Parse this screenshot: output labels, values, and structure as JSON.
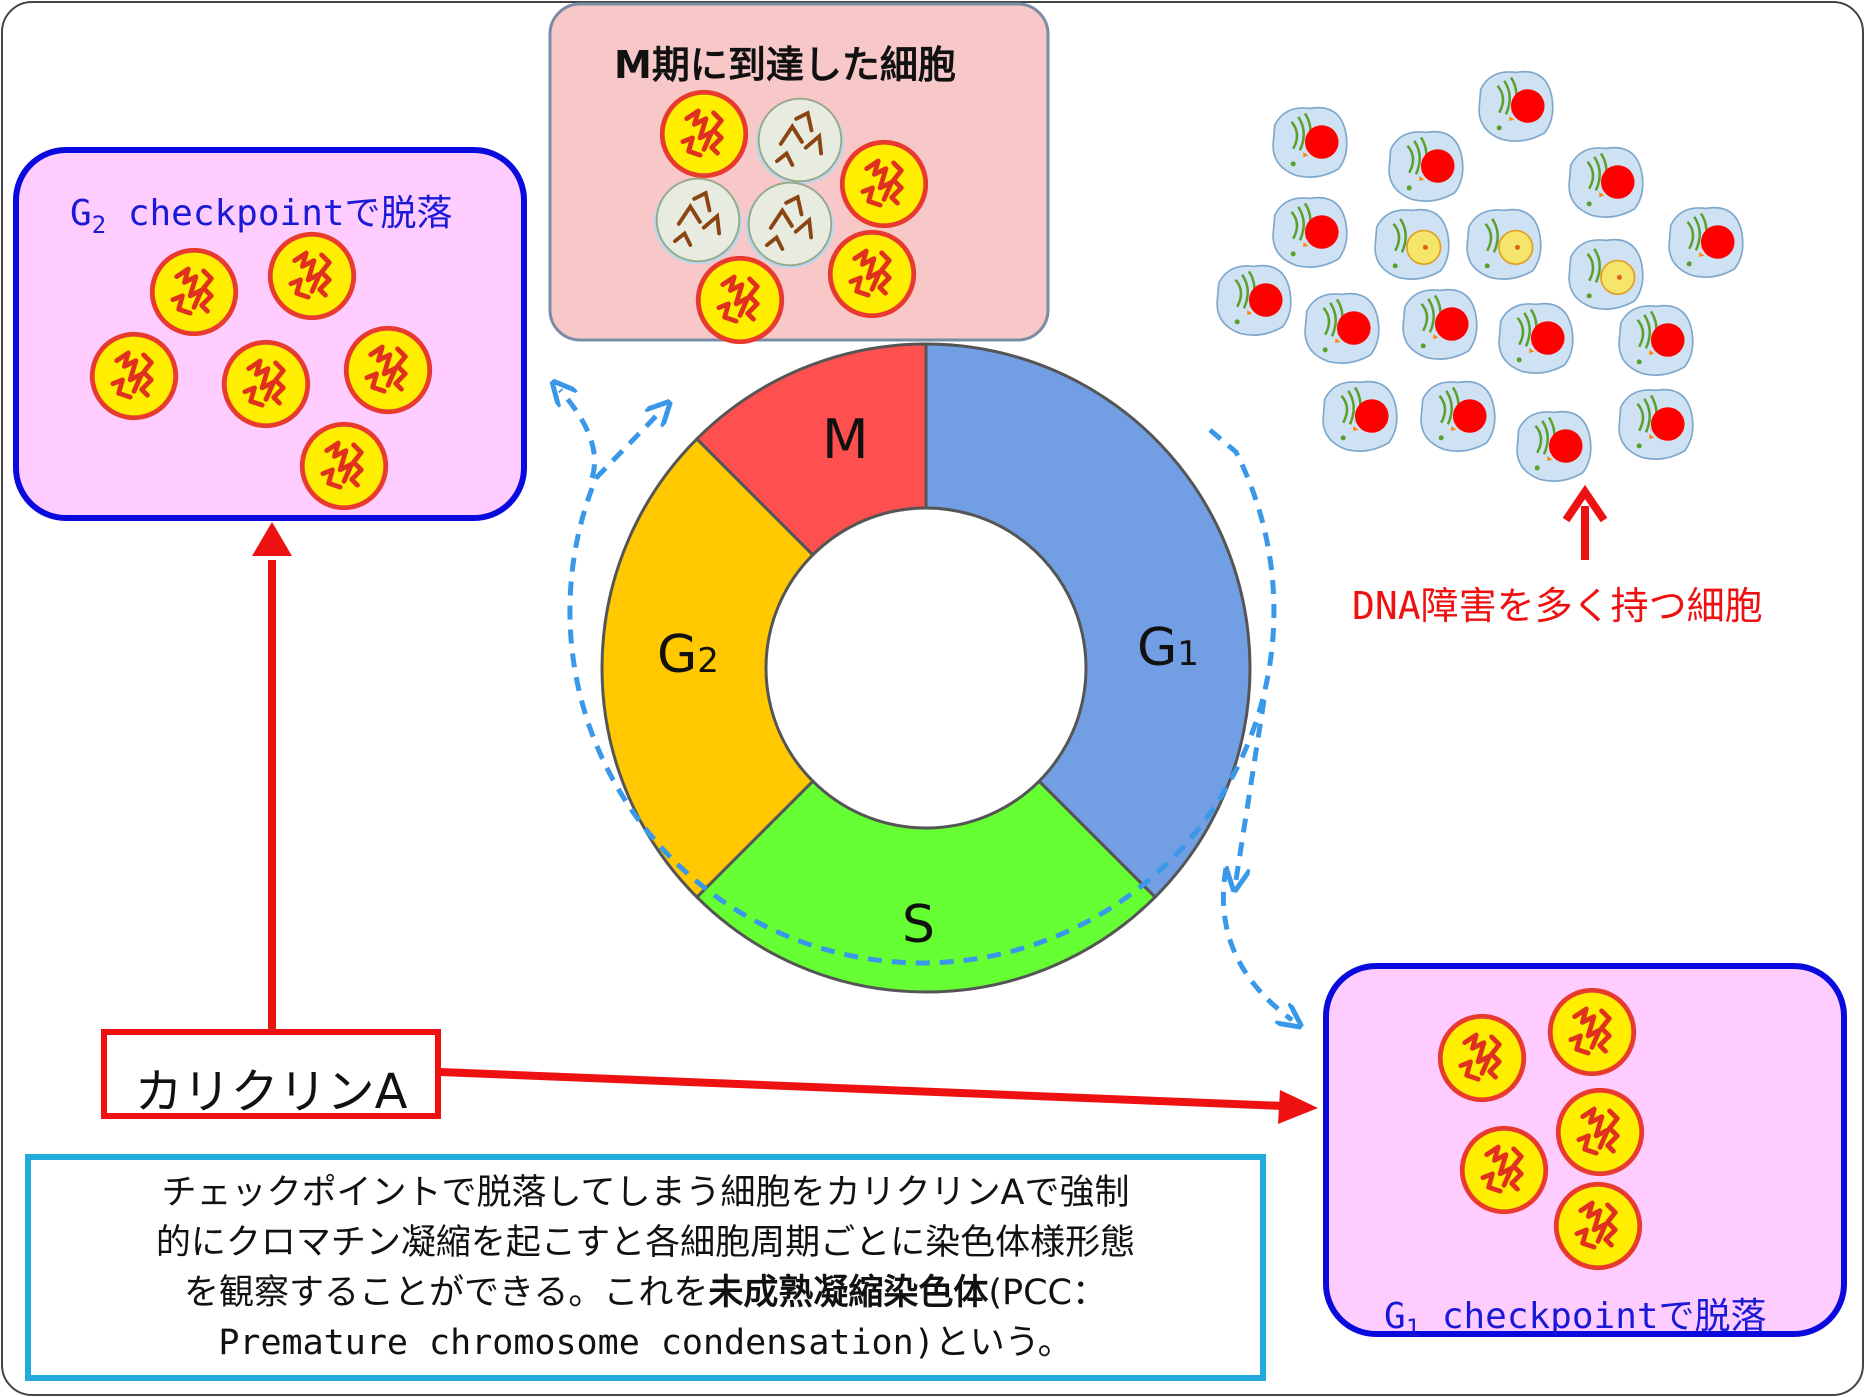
{
  "g2_box": {
    "title_main": "G",
    "title_sub": "2",
    "title_rest": " checkpointで脱落"
  },
  "g1_box": {
    "title_main": "G",
    "title_sub": "1",
    "title_rest": " checkpointで脱落"
  },
  "m_box": {
    "title": "M期に到達した細胞"
  },
  "cell_cycle": {
    "phases": [
      {
        "name": "M",
        "main": "M",
        "sub": "",
        "color": "#ff5050",
        "portion": 0.125
      },
      {
        "name": "G1",
        "main": "G",
        "sub": "1",
        "color": "#729fe4",
        "portion": 0.375
      },
      {
        "name": "S",
        "main": "S",
        "sub": "",
        "color": "#66ff33",
        "portion": 0.25
      },
      {
        "name": "G2",
        "main": "G",
        "sub": "2",
        "color": "#ffc800",
        "portion": 0.25
      }
    ]
  },
  "dna_damage_label": "DNA障害を多く持つ細胞",
  "drug_label": "カリクリンA",
  "description": {
    "line1": "チェックポイントで脱落してしまう細胞をカリクリンAで強制",
    "line2": "的にクロマチン凝縮を起こすと各細胞周期ごとに染色体様形態",
    "line3_pre": "を観察することができる。これを",
    "line3_bold": "未成熟凝縮染色体",
    "line3_post": "(PCC：",
    "line4": "Premature chromosome condensation)という。"
  },
  "colors": {
    "checkpoint_box_fill": "#ffccff",
    "checkpoint_box_border": "#0a0adf",
    "m_box_fill": "#f8c8c8",
    "arrow_red": "#ee1111",
    "dashed_blue": "#3a98e8",
    "desc_border": "#22aadd"
  },
  "icons": {
    "pcc_cell": "yellow-cell-with-condensed-chromosomes-icon",
    "mitotic_cell": "mitotic-chromosome-cell-icon",
    "damaged_cell": "cell-with-red-nucleus-icon"
  }
}
